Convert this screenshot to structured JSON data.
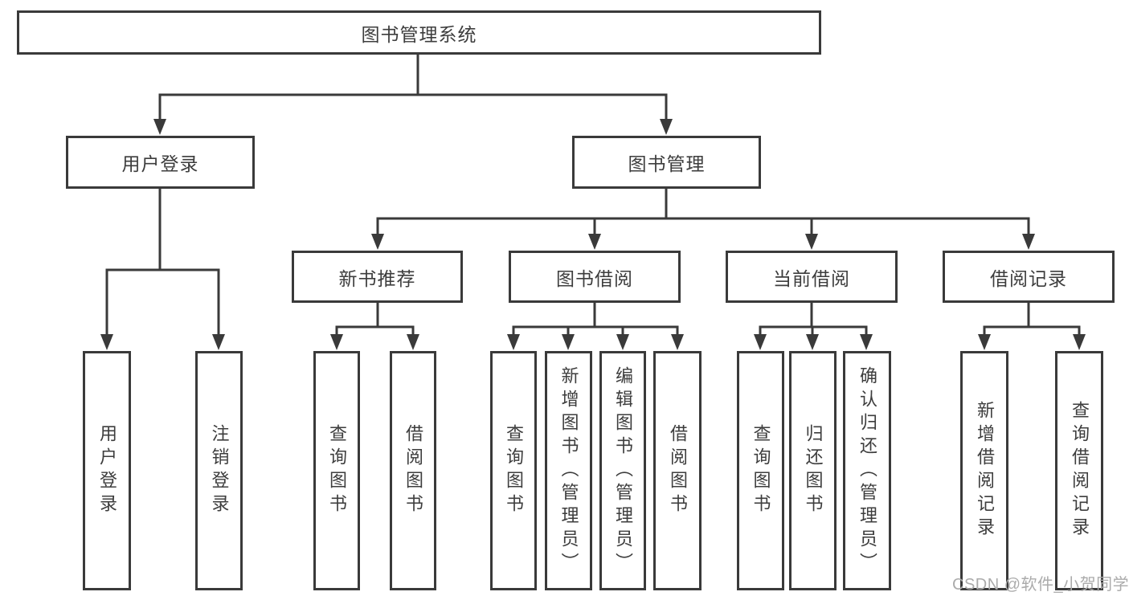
{
  "diagram": {
    "title": "图书管理系统",
    "nodes": {
      "root": "图书管理系统",
      "l2": [
        "用户登录",
        "图书管理"
      ],
      "l3": [
        "新书推荐",
        "图书借阅",
        "当前借阅",
        "借阅记录"
      ],
      "l4": [
        "用户登录",
        "注销登录",
        "查询图书",
        "借阅图书",
        "查询图书",
        "新增图书（管理员）",
        "编辑图书（管理员）",
        "借阅图书",
        "查询图书",
        "归还图书",
        "确认归还（管理员）",
        "新增借阅记录",
        "查询借阅记录"
      ]
    },
    "hierarchy": {
      "图书管理系统": [
        "用户登录",
        "图书管理"
      ],
      "用户登录": [
        "用户登录",
        "注销登录"
      ],
      "图书管理": [
        "新书推荐",
        "图书借阅",
        "当前借阅",
        "借阅记录"
      ],
      "新书推荐": [
        "查询图书",
        "借阅图书"
      ],
      "图书借阅": [
        "查询图书",
        "新增图书（管理员）",
        "编辑图书（管理员）",
        "借阅图书"
      ],
      "当前借阅": [
        "查询图书",
        "归还图书",
        "确认归还（管理员）"
      ],
      "借阅记录": [
        "新增借阅记录",
        "查询借阅记录"
      ]
    },
    "colors": {
      "line": "#3a3a3a",
      "box_border": "#3a3a3a",
      "text": "#3d3d3d",
      "watermark": "#ababab",
      "background": "#ffffff"
    }
  },
  "watermark": "CSDN @软件_小贺同学"
}
